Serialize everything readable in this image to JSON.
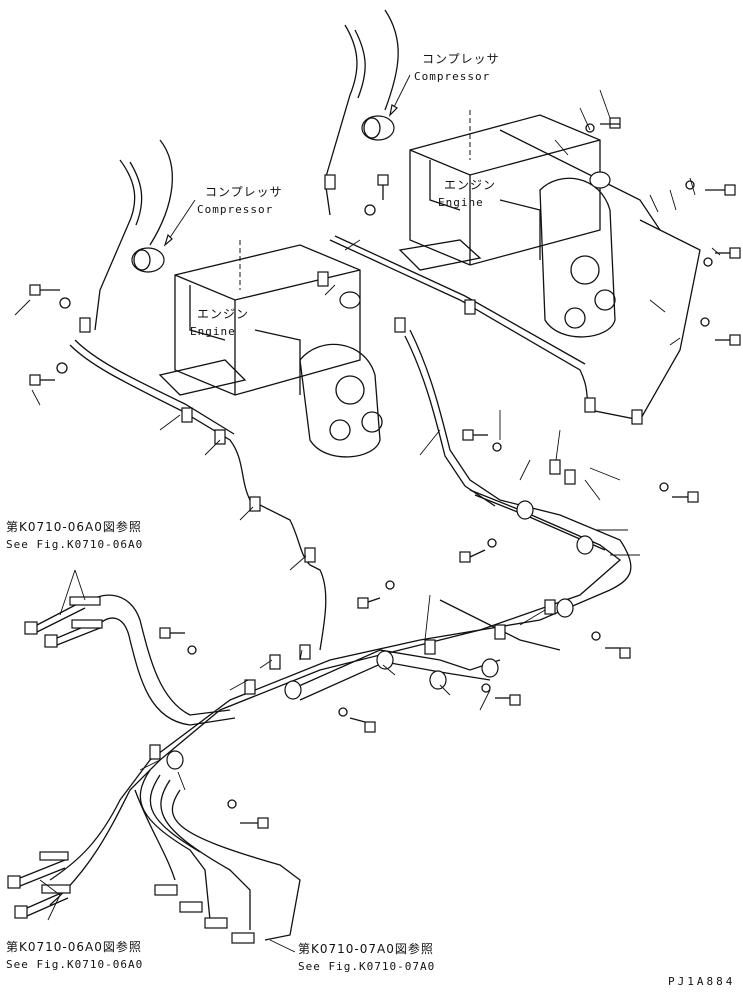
{
  "labels": {
    "compressor_left_jp": "コンプレッサ",
    "compressor_left_en": "Compressor",
    "compressor_right_jp": "コンプレッサ",
    "compressor_right_en": "Compressor",
    "engine_left_jp": "エンジン",
    "engine_left_en": "Engine",
    "engine_right_jp": "エンジン",
    "engine_right_en": "Engine",
    "ref_upper_jp": "第K0710-06A0図参照",
    "ref_upper_en": "See Fig.K0710-06A0",
    "ref_lower_left_jp": "第K0710-06A0図参照",
    "ref_lower_left_en": "See Fig.K0710-06A0",
    "ref_lower_right_jp": "第K0710-07A0図参照",
    "ref_lower_right_en": "See Fig.K0710-07A0",
    "drawing_code": "PJ1A884"
  }
}
